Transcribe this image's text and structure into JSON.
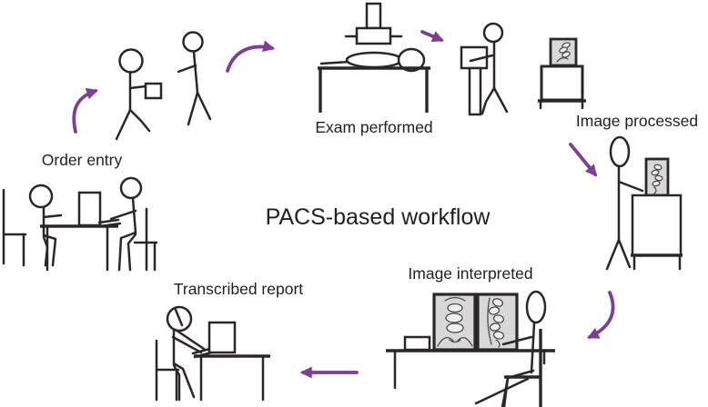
{
  "title": "PACS-based workflow",
  "stages": {
    "order_entry": "Order entry",
    "exam_performed": "Exam performed",
    "image_processed": "Image processed",
    "image_interpreted": "Image interpreted",
    "transcribed_report": "Transcribed report"
  },
  "colors": {
    "arrow": "#7b3f9a",
    "ink": "#2b2728",
    "screen": "#d8d8d8",
    "text": "#231f20"
  }
}
